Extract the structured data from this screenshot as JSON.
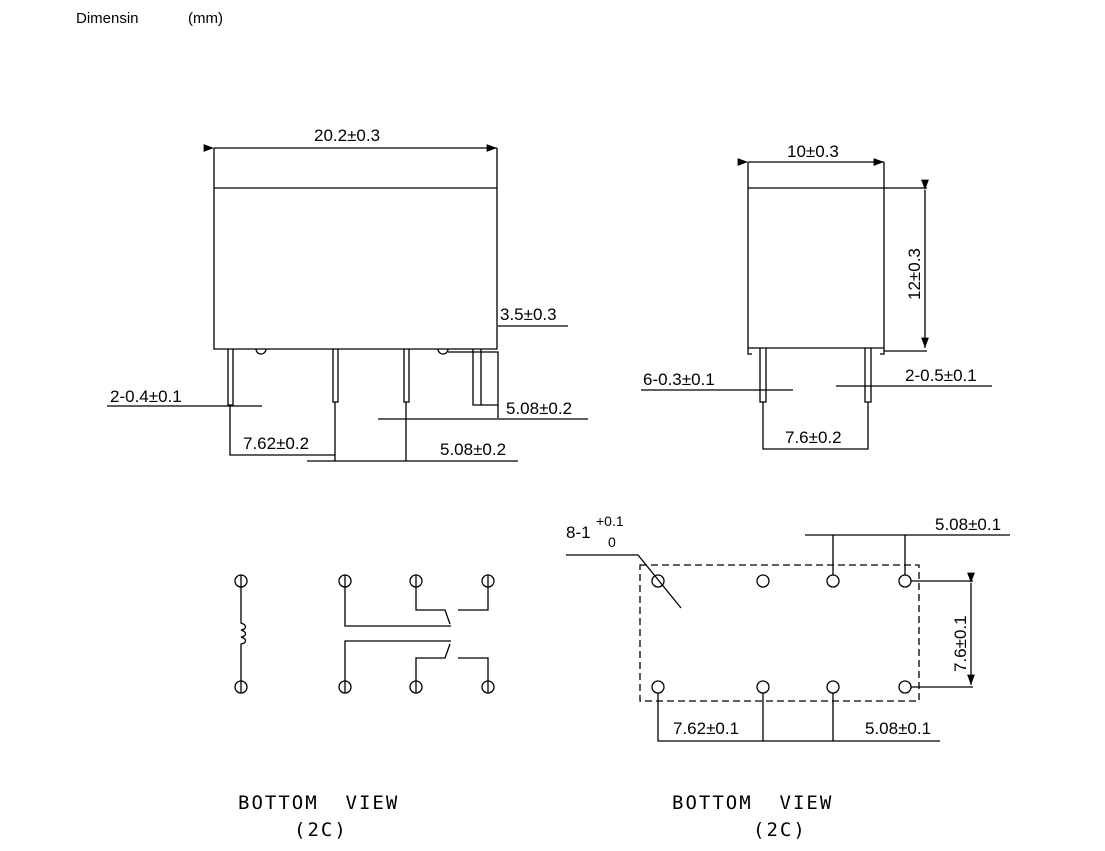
{
  "header": {
    "title": "Dimensin",
    "unit": "(mm)"
  },
  "front_view": {
    "width": "20.2±0.3",
    "pin_height": "3.5±0.3",
    "pin_width": "2-0.4±0.1",
    "pin_pitch_right": "5.08±0.2",
    "pin_spacing": "7.62±0.2",
    "pin_spacing_2": "5.08±0.2"
  },
  "side_view": {
    "width": "10±0.3",
    "height": "12±0.3",
    "pin_width_left": "6-0.3±0.1",
    "pin_width_right": "2-0.5±0.1",
    "pin_spacing": "7.6±0.2"
  },
  "footprint": {
    "hole_label": "8-1",
    "hole_tol_plus": "+0.1",
    "hole_tol_minus": "0",
    "top_spacing": "5.08±0.1",
    "row_spacing": "7.6±0.1",
    "bottom_spacing_1": "7.62±0.1",
    "bottom_spacing_2": "5.08±0.1"
  },
  "captions": {
    "left_title": "BOTTOM  VIEW",
    "left_sub": "(2C)",
    "right_title": "BOTTOM  VIEW",
    "right_sub": "(2C)"
  }
}
